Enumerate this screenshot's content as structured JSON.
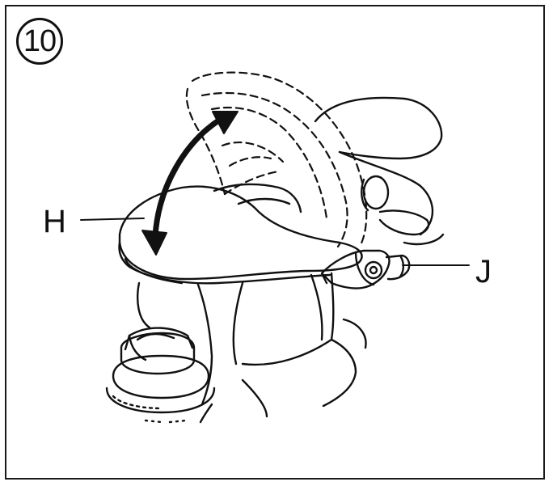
{
  "figure": {
    "step_number": "10",
    "labels": {
      "h": "H",
      "j": "J"
    }
  },
  "colors": {
    "line": "#111111",
    "background": "#ffffff"
  },
  "icons": {
    "motion": "double-headed-curved-arrow-icon"
  }
}
